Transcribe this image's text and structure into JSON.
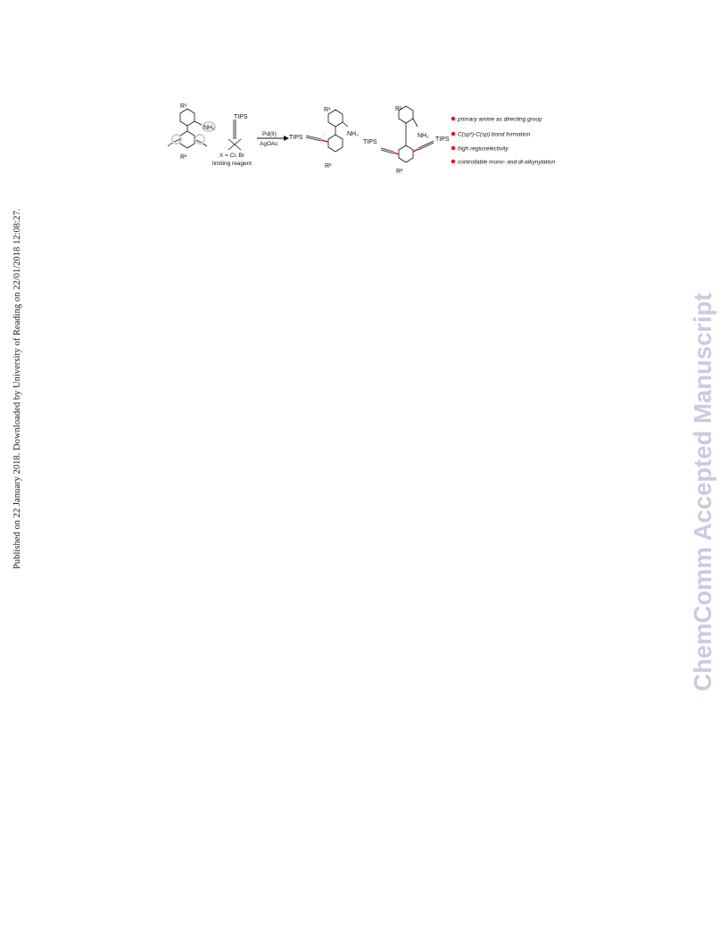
{
  "side_stamp": "Published on 22 January 2018. Downloaded by University of Reading on 22/01/2018 12:08:27.",
  "watermark": "ChemComm Accepted Manuscript",
  "scheme": {
    "reagent_label": "TIPS",
    "leaving_group": "X = Cl, Br",
    "limiting_reagent": "limiting reagent",
    "catalyst": "Pd(II)",
    "additive": "AgOAc",
    "amine": "NH₂",
    "r1": "R¹",
    "r2": "R²",
    "tips": "TIPS",
    "features": [
      "primary amine as directing group",
      "C(sp²)-C(sp) bond formation",
      "high regioselectivity",
      "controllable mono- and di-alkynylation"
    ],
    "colors": {
      "bullet": "#e02020",
      "bond": "#e02020"
    }
  }
}
